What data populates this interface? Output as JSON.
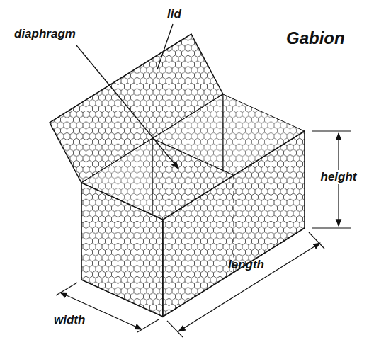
{
  "diagram": {
    "title": "Gabion",
    "labels": [
      "diaphragm",
      "lid",
      "height",
      "length",
      "width"
    ]
  }
}
